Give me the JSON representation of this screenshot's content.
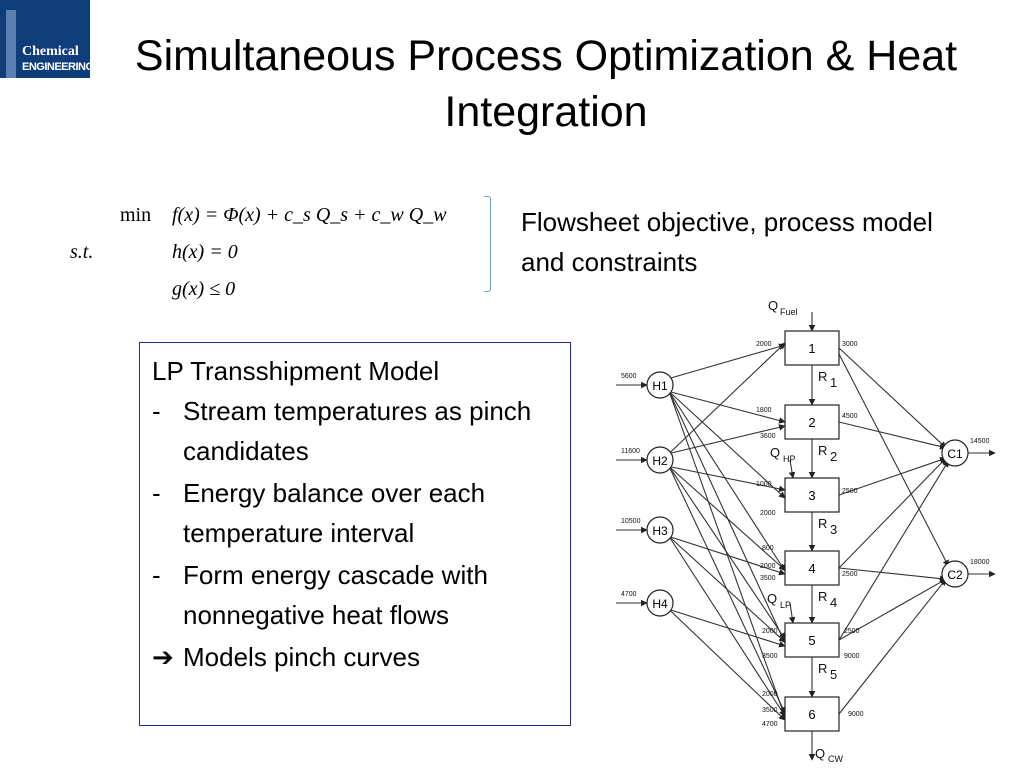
{
  "logo": {
    "line1": "Chemical",
    "line2": "ENGINEERING"
  },
  "title": "Simultaneous Process Optimization & Heat Integration",
  "formulation": {
    "min_label": "min",
    "objective": "f(x) = Φ(x) + c_s Q_s + c_w Q_w",
    "st_label": "s.t.",
    "equality": "h(x) = 0",
    "inequality": "g(x) ≤ 0"
  },
  "objective_note": "Flowsheet objective, process model and constraints",
  "lp_box": {
    "heading": "LP Transshipment Model",
    "items": [
      "Stream temperatures as pinch candidates",
      "Energy balance over each temperature interval",
      "Form energy cascade with nonnegative heat flows"
    ],
    "conclusion": "Models pinch curves"
  },
  "network": {
    "hot_streams": [
      {
        "name": "H1",
        "value": "5600"
      },
      {
        "name": "H2",
        "value": "11600"
      },
      {
        "name": "H3",
        "value": "10500"
      },
      {
        "name": "H4",
        "value": "4700"
      }
    ],
    "cold_streams": [
      {
        "name": "C1",
        "value": "14500"
      },
      {
        "name": "C2",
        "value": "18000"
      }
    ],
    "intervals": [
      "1",
      "2",
      "3",
      "4",
      "5",
      "6"
    ],
    "residuals": [
      "R 1",
      "R 2",
      "R 3",
      "R 4",
      "R 5"
    ],
    "utilities": {
      "fuel": "Q",
      "fuel_sub": "Fuel",
      "hp": "Q",
      "hp_sub": "HP",
      "lp": "Q",
      "lp_sub": "LP",
      "cw": "Q",
      "cw_sub": "CW"
    },
    "left_labels": [
      "2000",
      "1800",
      "3600",
      "1000",
      "2000",
      "800",
      "2000",
      "3500",
      "2000",
      "3500",
      "2000",
      "3500",
      "4700"
    ],
    "right_labels": [
      "3000",
      "4500",
      "2500",
      "2500",
      "2500",
      "9000",
      "9000"
    ]
  }
}
